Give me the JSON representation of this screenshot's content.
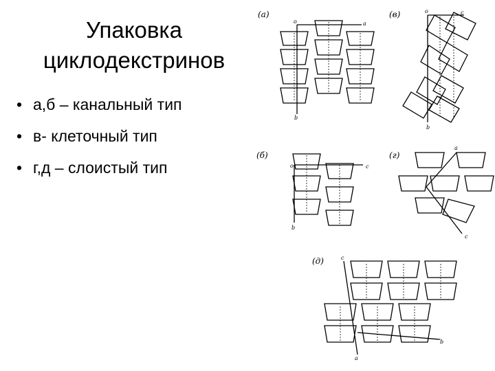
{
  "slide": {
    "title_line1": "Упаковка",
    "title_line2": "циклодекстринов",
    "bullets": [
      "а,б – канальный тип",
      "в- клеточный тип",
      "г,д – слоистый тип"
    ]
  },
  "panels": {
    "a": {
      "label": "(а)",
      "axes": [
        "о",
        "а",
        "b"
      ]
    },
    "b": {
      "label": "(б)",
      "axes": [
        "о",
        "с",
        "b"
      ]
    },
    "v": {
      "label": "(в)",
      "axes": [
        "о",
        "с",
        "b"
      ]
    },
    "g": {
      "label": "(г)",
      "axes": [
        "а",
        "с"
      ]
    },
    "d": {
      "label": "(д)",
      "axes": [
        "с",
        "b",
        "а"
      ]
    }
  }
}
